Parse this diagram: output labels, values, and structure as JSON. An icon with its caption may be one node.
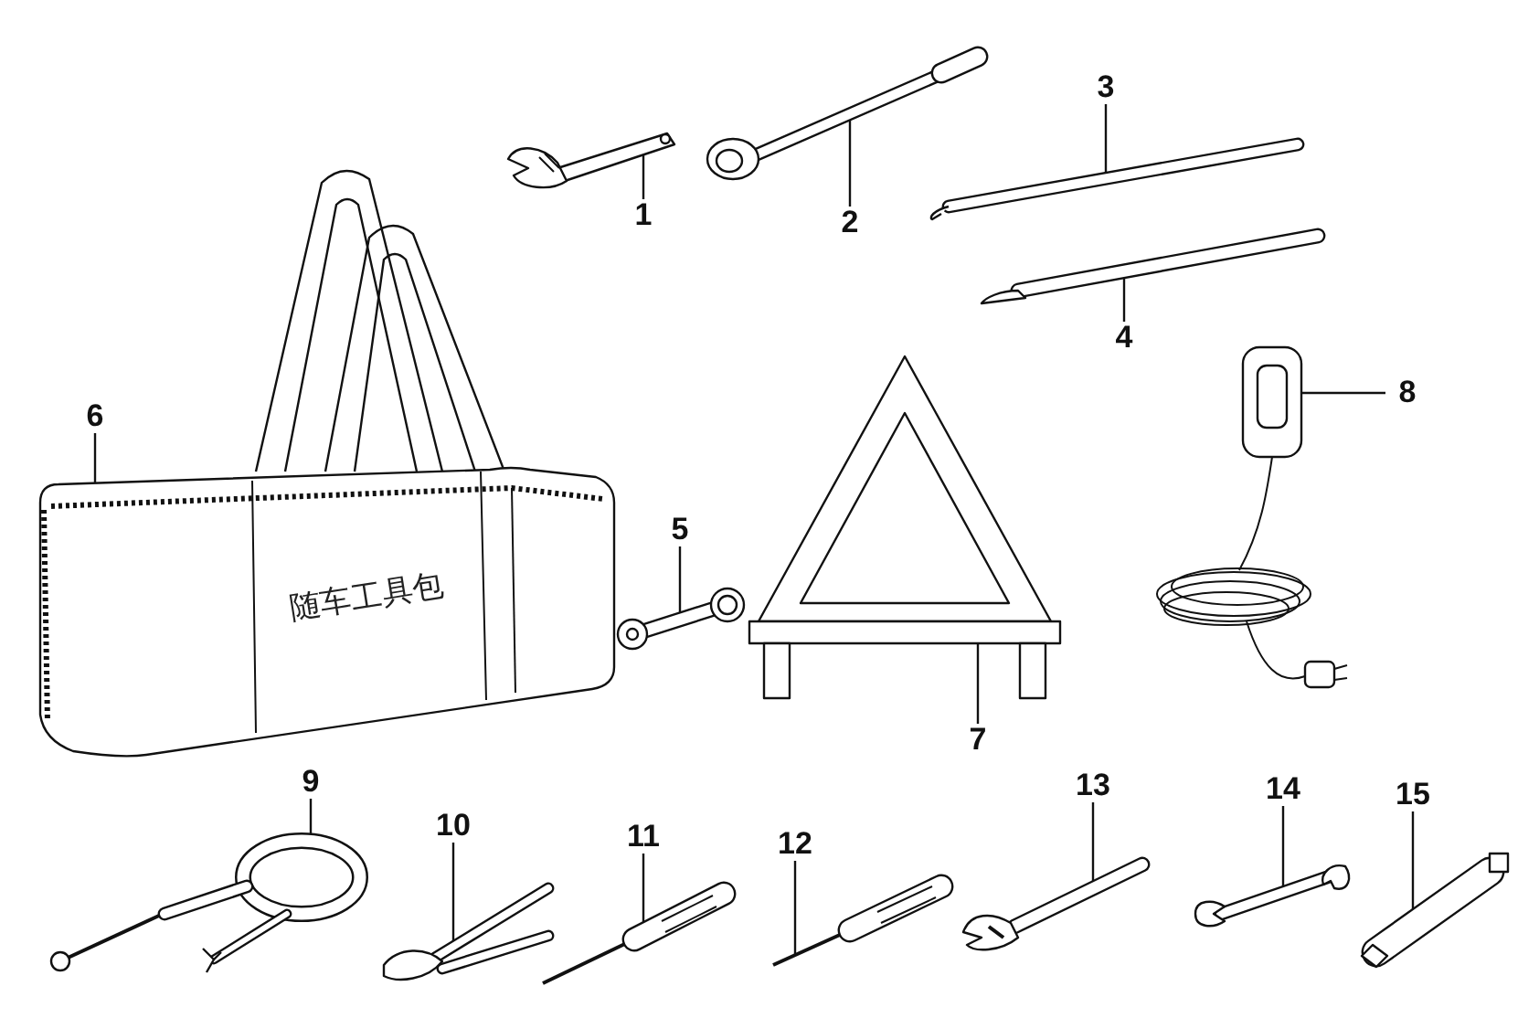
{
  "diagram": {
    "nodes": [
      {
        "text": [
          "1"
        ]
      },
      {
        "text": [
          "2"
        ]
      },
      {
        "text": [
          "3"
        ]
      },
      {
        "text": [
          "4"
        ]
      },
      {
        "text": [
          "5"
        ]
      },
      {
        "text": [
          "6"
        ]
      },
      {
        "text": [
          "7"
        ]
      },
      {
        "text": [
          "8"
        ]
      },
      {
        "text": [
          "9"
        ]
      },
      {
        "text": [
          "10"
        ]
      },
      {
        "text": [
          "11"
        ]
      },
      {
        "text": [
          "12"
        ]
      },
      {
        "text": [
          "13"
        ]
      },
      {
        "text": [
          "14"
        ]
      },
      {
        "text": [
          "15"
        ]
      },
      {
        "text": [],
        "shape": "picture"
      },
      {
        "text": [],
        "shape": "picture"
      },
      {
        "text": [],
        "shape": "picture"
      },
      {
        "text": [],
        "shape": "picture"
      },
      {
        "text": [],
        "shape": "picture"
      },
      {
        "text": [
          "随车工具包"
        ]
      },
      {
        "text": [],
        "shape": "picture"
      },
      {
        "text": [],
        "shape": "picture"
      },
      {
        "text": [],
        "shape": "picture"
      },
      {
        "text": [],
        "shape": "picture"
      },
      {
        "text": [],
        "shape": "picture"
      },
      {
        "text": [],
        "shape": "picture"
      },
      {
        "text": [],
        "shape": "picture"
      },
      {
        "text": [],
        "shape": "picture"
      },
      {
        "text": [],
        "shape": "picture"
      }
    ],
    "edges": [
      {
        "from": 0,
        "to": 15,
        "arrow": "none"
      },
      {
        "from": 1,
        "to": 16,
        "arrow": "none"
      },
      {
        "from": 2,
        "to": 17,
        "arrow": "none"
      },
      {
        "from": 3,
        "to": 18,
        "arrow": "none"
      },
      {
        "from": 4,
        "to": 19,
        "arrow": "none"
      },
      {
        "from": 5,
        "to": 20,
        "arrow": "none"
      },
      {
        "from": 6,
        "to": 21,
        "arrow": "none"
      },
      {
        "from": 7,
        "to": 22,
        "arrow": "none"
      },
      {
        "from": 8,
        "to": 23,
        "arrow": "none"
      },
      {
        "from": 9,
        "to": 24,
        "arrow": "none"
      },
      {
        "from": 10,
        "to": 25,
        "arrow": "none"
      },
      {
        "from": 11,
        "to": 26,
        "arrow": "none"
      },
      {
        "from": 12,
        "to": 27,
        "arrow": "none"
      },
      {
        "from": 13,
        "to": 28,
        "arrow": "none"
      },
      {
        "from": 14,
        "to": 29,
        "arrow": "none"
      }
    ]
  }
}
